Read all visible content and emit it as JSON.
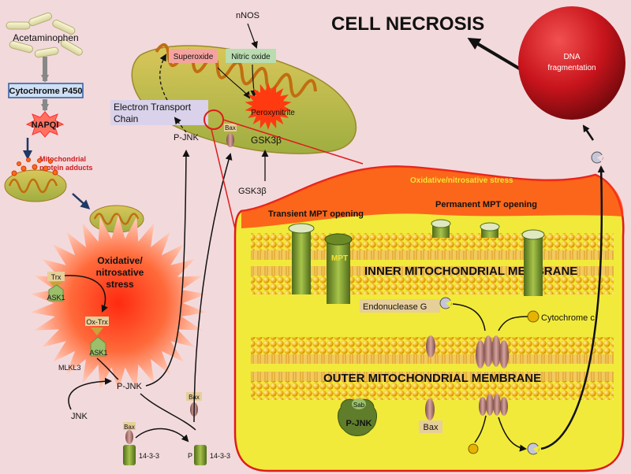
{
  "title": "CELL NECROSIS",
  "labels": {
    "acetaminophen": "Acetaminophen",
    "cyp450": "Cytochrome P450",
    "napqi": "NAPQI",
    "adducts_1": "Mitochondrial",
    "adducts_2": "protein adducts",
    "oxidative_1": "Oxidative/",
    "oxidative_2": "nitrosative",
    "oxidative_3": "stress",
    "trx": "Trx",
    "ask1_a": "ASK1",
    "ox_trx": "Ox-Trx",
    "ask1_b": "ASK1",
    "mlkl3": "MLKL3",
    "pjnk_left": "P-JNK",
    "jnk": "JNK",
    "bax_bottom": "Bax",
    "bax_mid": "Bax",
    "p_label": "P",
    "p1433_a": "14-3-3",
    "p1433_b": "14-3-3",
    "nnos": "nNOS",
    "superoxide": "Superoxide",
    "nitric_oxide": "Nitric oxide",
    "peroxynitrite": "Peroxynitrite",
    "etc_1": "Electron Transport",
    "etc_2": "Chain",
    "pjnk_top": "P-JNK",
    "bax_top": "Bax",
    "gsk3b_a": "GSK3β",
    "gsk3b_b": "GSK3β",
    "dna_1": "DNA",
    "dna_2": "fragmentation",
    "inset_stress": "Oxidative/nitrosative stress",
    "transient_mpt": "Transient MPT opening",
    "permanent_mpt": "Permanent MPT opening",
    "mpt": "MPT",
    "inner_membrane": "INNER MITOCHONDRIAL MEMBRANE",
    "outer_membrane": "OUTER MITOCHONDRIAL MEMBRANE",
    "endonuclease": "Endonuclease G",
    "cytochrome_c": "Cytochrome c",
    "sab": "Sab",
    "pjnk_sab": "P-JNK",
    "bax_inset": "Bax"
  },
  "colors": {
    "background": "#f2d9dc",
    "inset_fill": "#f1ea3a",
    "inset_border": "#e01b1b",
    "lipid_head": "#f0b020",
    "lipid_tail": "#f7d68a",
    "mpt_channel": "#7a9a2e",
    "dna_red": "#c8141c",
    "bax_brown": "#a8706a",
    "label_box_green": "#b9dcb0",
    "label_box_red": "#f4a3a0",
    "label_box_purple": "#d9d2ea",
    "label_box_tan": "#e7cf9a"
  }
}
